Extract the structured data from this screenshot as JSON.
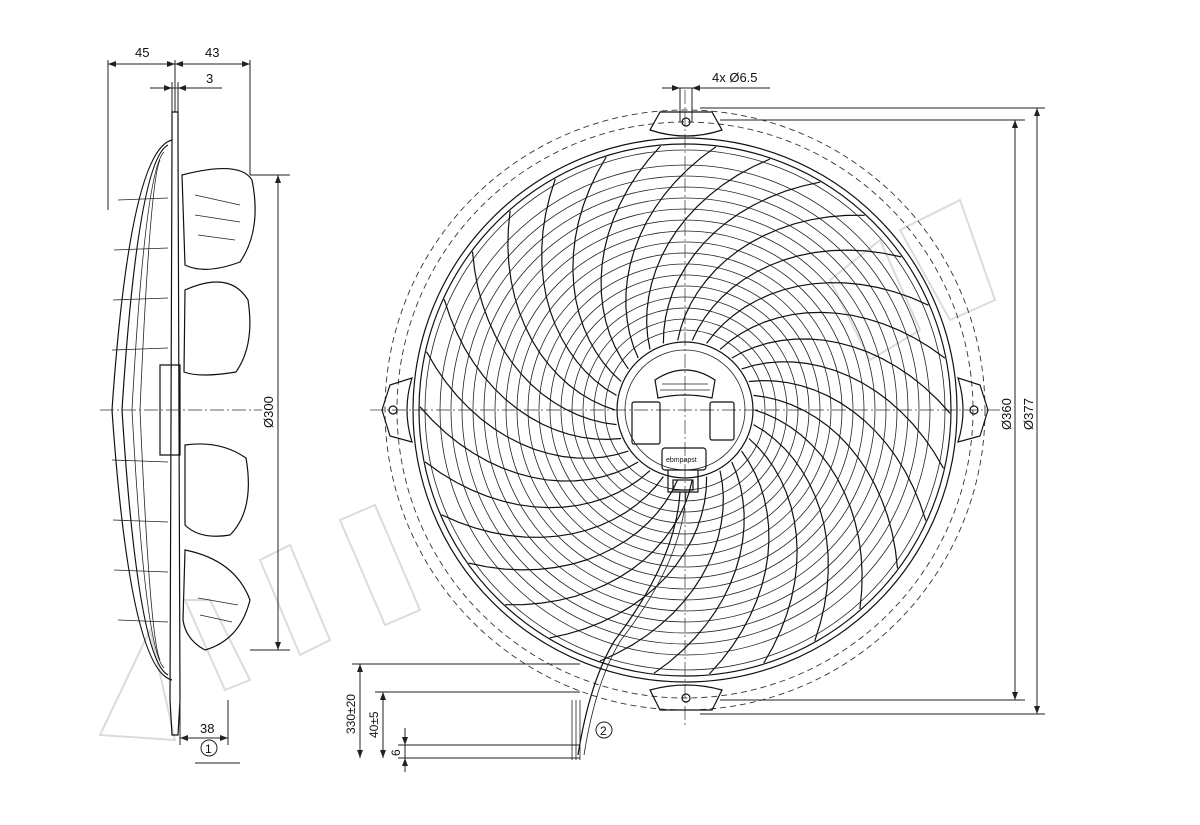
{
  "dimensions": {
    "side_view_depth_front": "45",
    "side_view_depth_rear": "43",
    "flange_thickness": "3",
    "grille_depth": "38",
    "blade_diameter": "Ø300",
    "mount_circle_diameter": "Ø360",
    "outer_diameter": "Ø377",
    "mount_holes": "4x Ø6.5",
    "cable_length": "330±20",
    "cable_strip_length": "40±5",
    "wire_end_length": "6"
  },
  "callouts": {
    "side_view": "1",
    "cable": "2"
  },
  "connector_label": "ebmpapst"
}
